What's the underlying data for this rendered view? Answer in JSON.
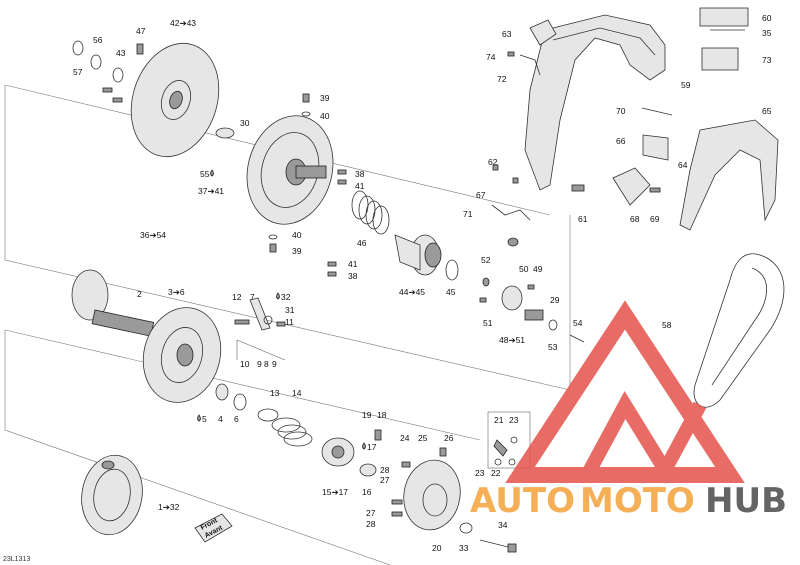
{
  "callouts": [
    "42➔43",
    "47",
    "56",
    "43",
    "57",
    "39",
    "40",
    "30",
    "55",
    "37➔41",
    "38",
    "41",
    "36➔54",
    "40",
    "39",
    "46",
    "41",
    "38",
    "44➔45",
    "45",
    "52",
    "50",
    "49",
    "29",
    "51",
    "48➔51",
    "54",
    "53",
    "2",
    "3➔6",
    "12",
    "7",
    "32",
    "31",
    "11",
    "10",
    "9",
    "8",
    "9",
    "4",
    "5",
    "6",
    "13",
    "14",
    "19",
    "18",
    "17",
    "24",
    "25",
    "26",
    "15➔17",
    "16",
    "28",
    "27",
    "27",
    "28",
    "20",
    "33",
    "34",
    "21",
    "23",
    "23",
    "22",
    "1➔32",
    "60",
    "35",
    "73",
    "63",
    "74",
    "72",
    "59",
    "70",
    "66",
    "65",
    "64",
    "62",
    "67",
    "71",
    "61",
    "68",
    "69",
    "58"
  ],
  "icons": {
    "drop": "oil-drop-icon"
  },
  "label_front": "Front\nAvant",
  "label_front_line1": "Front",
  "label_front_line2": "Avant",
  "drawing_code": "23L1313",
  "watermark": {
    "word1": "AUTO",
    "word2": "MOTO",
    "word3": "HUB",
    "color_red": "#e5534b",
    "color_orange": "#f3a23a",
    "color_dark": "#4a4a4a"
  }
}
